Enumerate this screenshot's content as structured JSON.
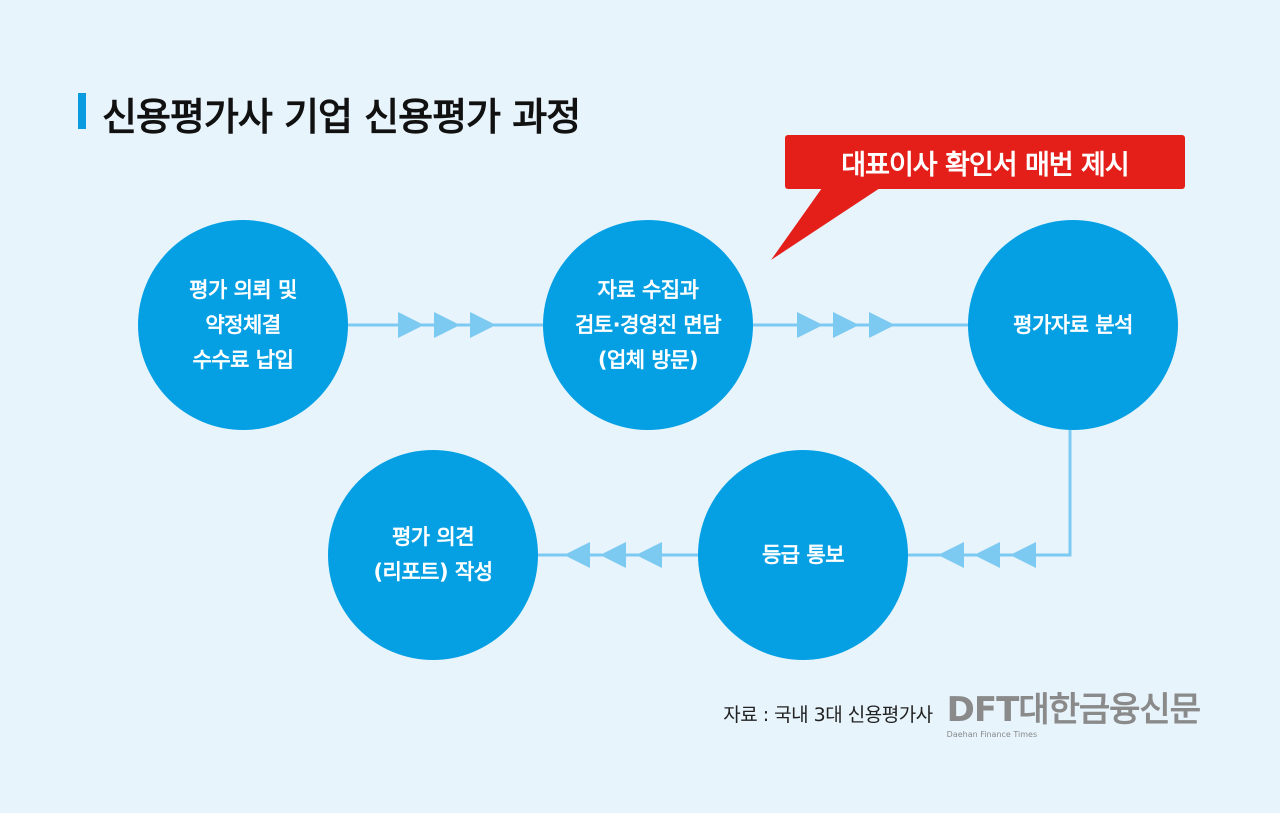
{
  "title": "신용평가사 기업 신용평가 과정",
  "callout": "대표이사 확인서 매번 제시",
  "steps": [
    {
      "lines": [
        "평가 의뢰 및",
        "약정체결",
        "수수료 납입"
      ]
    },
    {
      "lines": [
        "자료 수집과",
        "검토·경영진 면담",
        "(업체 방문)"
      ]
    },
    {
      "lines": [
        "평가자료 분석"
      ]
    },
    {
      "lines": [
        "등급 통보"
      ]
    },
    {
      "lines": [
        "평가 의견",
        "(리포트) 작성"
      ]
    }
  ],
  "source": "자료 : 국내 3대 신용평가사",
  "logo": {
    "main": "DFT대한금융신문",
    "sub": "Daehan Finance Times"
  },
  "colors": {
    "background": "#e7f4fc",
    "circle": "#05a0e4",
    "line": "#7ccaf2",
    "callout": "#e41f1a"
  }
}
